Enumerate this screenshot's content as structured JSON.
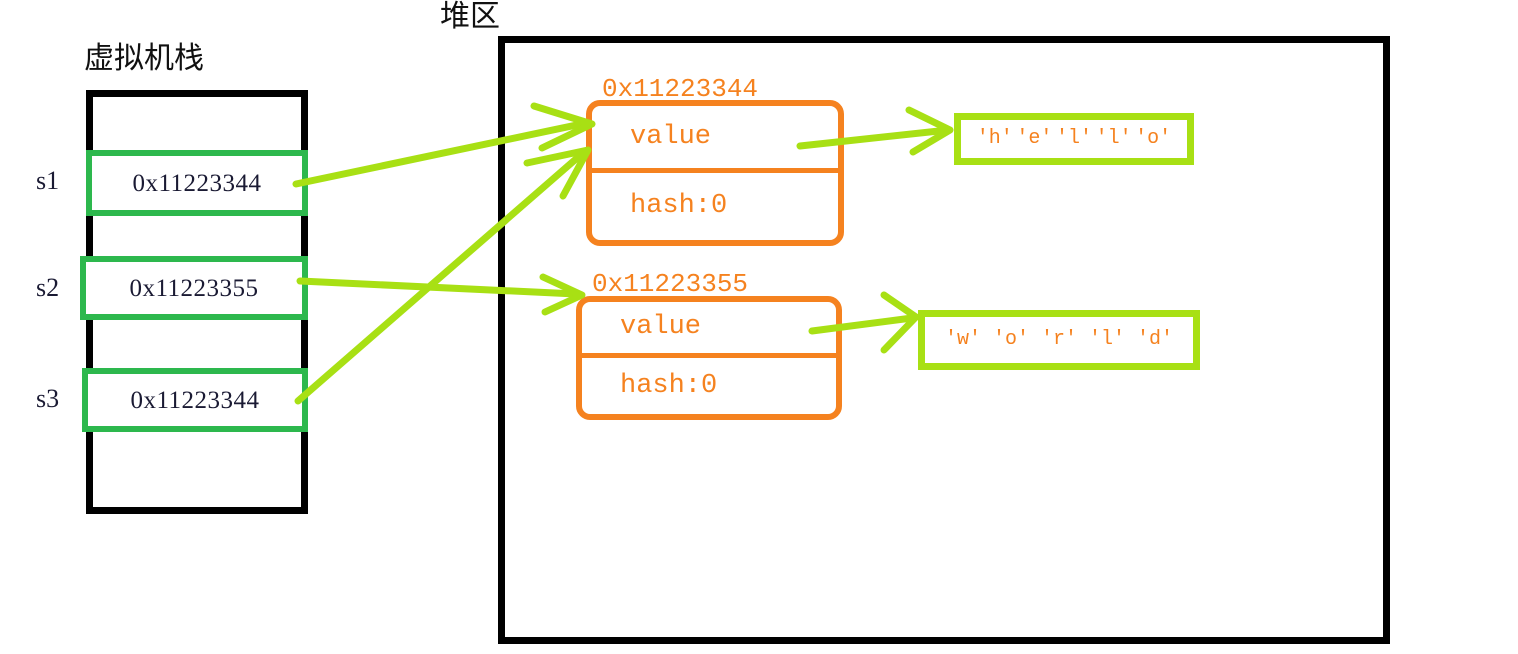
{
  "labels": {
    "stack_title": "虚拟机栈",
    "heap_title": "堆区"
  },
  "stack": {
    "slots": [
      {
        "name": "s1",
        "value": "0x11223344"
      },
      {
        "name": "s2",
        "value": "0x11223355"
      },
      {
        "name": "s3",
        "value": "0x11223344"
      }
    ]
  },
  "heap": {
    "objects": [
      {
        "address": "0x11223344",
        "field_value": "value",
        "field_hash": "hash:0"
      },
      {
        "address": "0x11223355",
        "field_value": "value",
        "field_hash": "hash:0"
      }
    ],
    "char_arrays": [
      {
        "chars": [
          "'h'",
          "'e'",
          "'l'",
          "'l'",
          "'o'"
        ]
      },
      {
        "chars": [
          "'w'",
          "'o'",
          "'r'",
          "'l'",
          "'d'"
        ]
      }
    ]
  },
  "colors": {
    "stack_border": "#000000",
    "slot_border": "#2DB84D",
    "heap_border": "#000000",
    "object_border": "#F5821F",
    "object_text": "#F5821F",
    "array_border": "#A8E014",
    "arrow": "#A8E014",
    "text": "#1a1a33"
  },
  "arrows": [
    {
      "from": "s1",
      "to": "heap-object-0",
      "note": "s1 reference points to 0x11223344"
    },
    {
      "from": "s2",
      "to": "heap-object-1",
      "note": "s2 reference points to 0x11223355"
    },
    {
      "from": "s3",
      "to": "heap-object-0",
      "note": "s3 reference points to 0x11223344"
    },
    {
      "from": "heap-object-0-value",
      "to": "char-array-0",
      "note": "value field points to hello char array"
    },
    {
      "from": "heap-object-1-value",
      "to": "char-array-1",
      "note": "value field points to world char array"
    }
  ]
}
